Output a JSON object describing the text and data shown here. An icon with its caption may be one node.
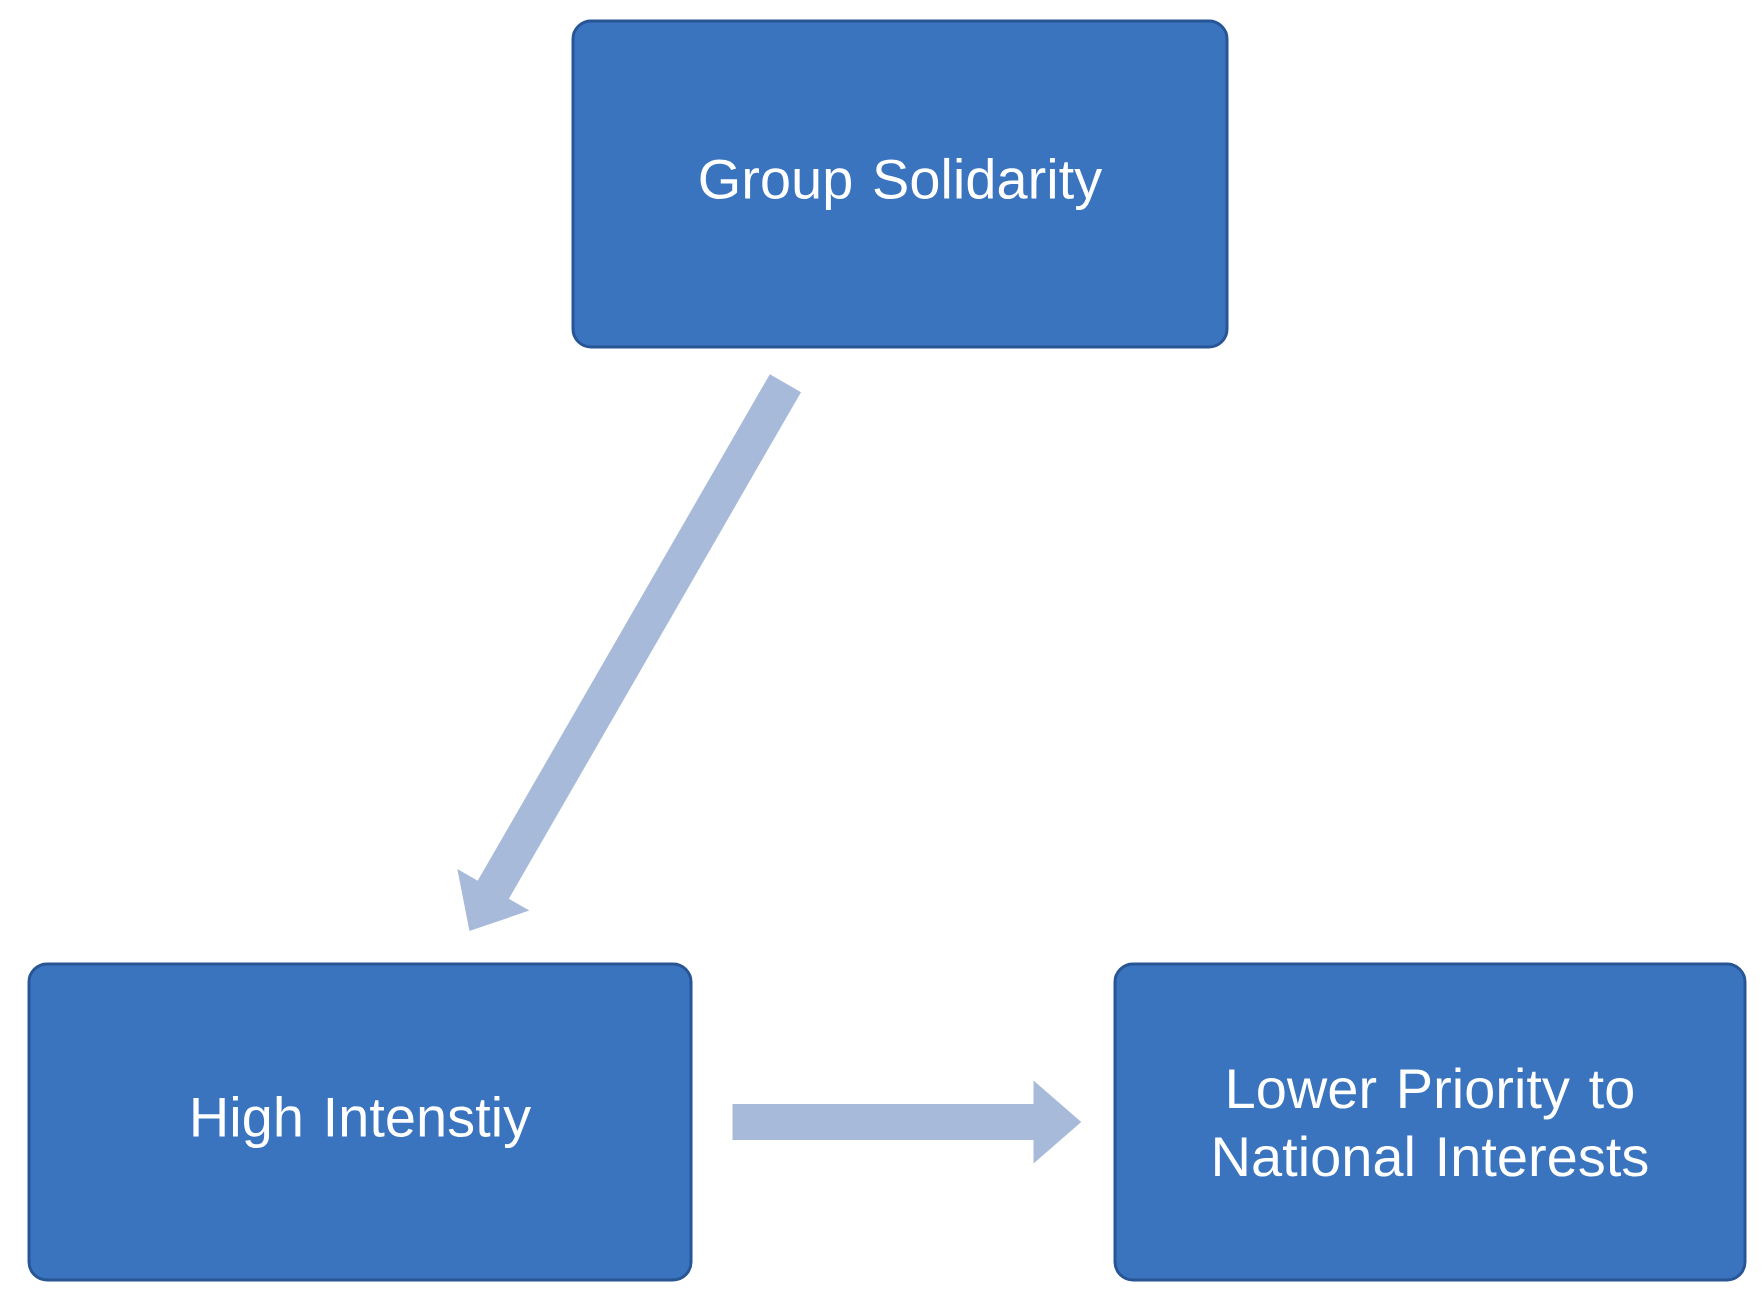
{
  "diagram": {
    "nodes": [
      {
        "text": [
          "Group Solidarity"
        ]
      },
      {
        "text": [
          "High Intenstiy"
        ]
      },
      {
        "text": [
          "Lower Priority to National Interests"
        ]
      }
    ],
    "edges": [
      {
        "from": 0,
        "to": 1,
        "arrow": "to"
      },
      {
        "from": 1,
        "to": 2,
        "arrow": "to"
      }
    ]
  }
}
